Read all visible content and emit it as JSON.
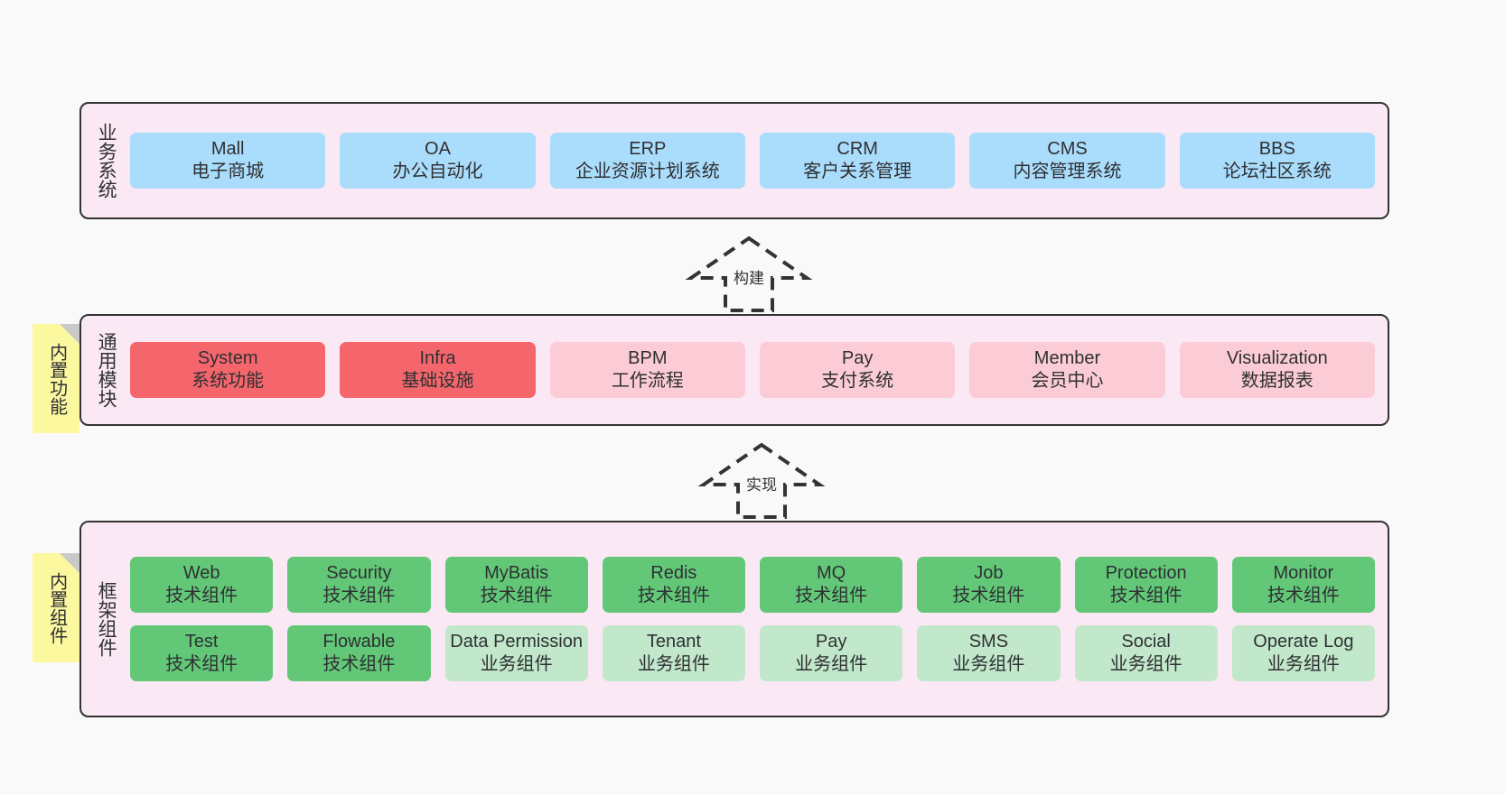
{
  "diagram": {
    "title": "",
    "background": "#f9f9f9",
    "band_fill": "#fae9f4",
    "band_stroke": "#333333",
    "note_fill": "#fbf8a0"
  },
  "layers": [
    {
      "id": "business",
      "title": "业务系统",
      "note": null,
      "rows": [
        {
          "cards": [
            {
              "name": "Mall",
              "sub": "电子商城",
              "color": "#aadcfb",
              "style": "c-blue"
            },
            {
              "name": "OA",
              "sub": "办公自动化",
              "color": "#aadcfb",
              "style": "c-blue"
            },
            {
              "name": "ERP",
              "sub": "企业资源计划系统",
              "color": "#aadcfb",
              "style": "c-blue"
            },
            {
              "name": "CRM",
              "sub": "客户关系管理",
              "color": "#aadcfb",
              "style": "c-blue"
            },
            {
              "name": "CMS",
              "sub": "内容管理系统",
              "color": "#aadcfb",
              "style": "c-blue"
            },
            {
              "name": "BBS",
              "sub": "论坛社区系统",
              "color": "#aadcfb",
              "style": "c-blue"
            }
          ]
        }
      ]
    },
    {
      "id": "common",
      "title": "通用模块",
      "note": "内置功能",
      "rows": [
        {
          "cards": [
            {
              "name": "System",
              "sub": "系统功能",
              "color": "#f4666c",
              "style": "c-red"
            },
            {
              "name": "Infra",
              "sub": "基础设施",
              "color": "#f4666c",
              "style": "c-red"
            },
            {
              "name": "BPM",
              "sub": "工作流程",
              "color": "#fbccd6",
              "style": "c-pink"
            },
            {
              "name": "Pay",
              "sub": "支付系统",
              "color": "#fbccd6",
              "style": "c-pink"
            },
            {
              "name": "Member",
              "sub": "会员中心",
              "color": "#fbccd6",
              "style": "c-pink"
            },
            {
              "name": "Visualization",
              "sub": "数据报表",
              "color": "#fbccd6",
              "style": "c-pink"
            }
          ]
        }
      ]
    },
    {
      "id": "framework",
      "title": "框架组件",
      "note": "内置组件",
      "rows": [
        {
          "cards": [
            {
              "name": "Web",
              "sub": "技术组件",
              "color": "#62c878",
              "style": "c-green"
            },
            {
              "name": "Security",
              "sub": "技术组件",
              "color": "#62c878",
              "style": "c-green"
            },
            {
              "name": "MyBatis",
              "sub": "技术组件",
              "color": "#62c878",
              "style": "c-green"
            },
            {
              "name": "Redis",
              "sub": "技术组件",
              "color": "#62c878",
              "style": "c-green"
            },
            {
              "name": "MQ",
              "sub": "技术组件",
              "color": "#62c878",
              "style": "c-green"
            },
            {
              "name": "Job",
              "sub": "技术组件",
              "color": "#62c878",
              "style": "c-green"
            },
            {
              "name": "Protection",
              "sub": "技术组件",
              "color": "#62c878",
              "style": "c-green"
            },
            {
              "name": "Monitor",
              "sub": "技术组件",
              "color": "#62c878",
              "style": "c-green"
            }
          ]
        },
        {
          "cards": [
            {
              "name": "Test",
              "sub": "技术组件",
              "color": "#62c878",
              "style": "c-green"
            },
            {
              "name": "Flowable",
              "sub": "技术组件",
              "color": "#62c878",
              "style": "c-green"
            },
            {
              "name": "Data Permission",
              "sub": "业务组件",
              "color": "#c2e8cb",
              "style": "c-lightgreen"
            },
            {
              "name": "Tenant",
              "sub": "业务组件",
              "color": "#c2e8cb",
              "style": "c-lightgreen"
            },
            {
              "name": "Pay",
              "sub": "业务组件",
              "color": "#c2e8cb",
              "style": "c-lightgreen"
            },
            {
              "name": "SMS",
              "sub": "业务组件",
              "color": "#c2e8cb",
              "style": "c-lightgreen"
            },
            {
              "name": "Social",
              "sub": "业务组件",
              "color": "#c2e8cb",
              "style": "c-lightgreen"
            },
            {
              "name": "Operate Log",
              "sub": "业务组件",
              "color": "#c2e8cb",
              "style": "c-lightgreen"
            }
          ]
        }
      ]
    }
  ],
  "connectors": [
    {
      "id": "build",
      "label": "构建",
      "from": "common",
      "to": "business"
    },
    {
      "id": "implement",
      "label": "实现",
      "from": "framework",
      "to": "common"
    }
  ]
}
